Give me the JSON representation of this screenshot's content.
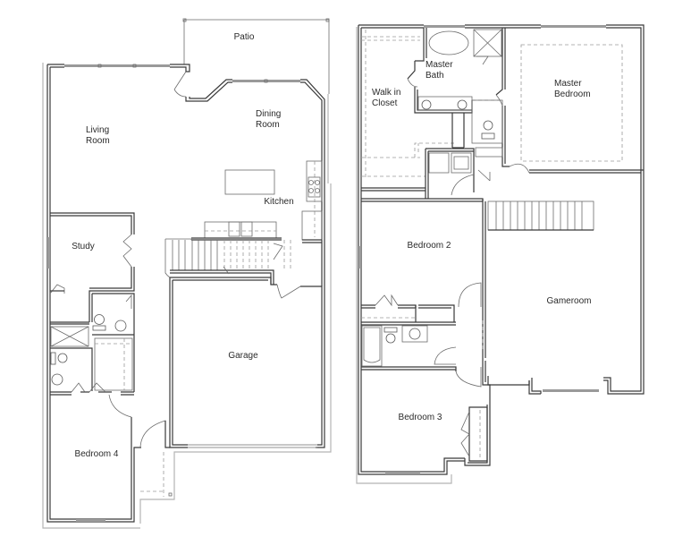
{
  "colors": {
    "wall": "#3a3a3a",
    "background": "#ffffff",
    "window": "#9a9a9a"
  },
  "first_floor": {
    "rooms": {
      "patio": "Patio",
      "living_room": "Living\nRoom",
      "dining_room": "Dining\nRoom",
      "kitchen": "Kitchen",
      "study": "Study",
      "garage": "Garage",
      "bedroom4": "Bedroom 4"
    }
  },
  "second_floor": {
    "rooms": {
      "master_bath": "Master\nBath",
      "walk_in_closet": "Walk in\nCloset",
      "master_bedroom": "Master\nBedroom",
      "bedroom2": "Bedroom 2",
      "gameroom": "Gameroom",
      "bedroom3": "Bedroom 3"
    }
  }
}
